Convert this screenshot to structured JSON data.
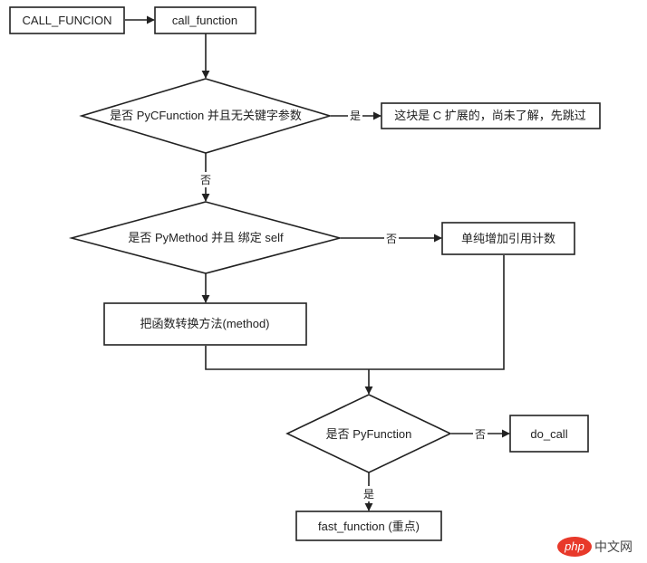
{
  "nodes": {
    "call_funcion": "CALL_FUNCION",
    "call_function": "call_function",
    "decision_pycfunction": "是否 PyCFunction 并且无关键字参数",
    "c_extension_skip": "这块是 C 扩展的，尚未了解，先跳过",
    "decision_pymethod": "是否 PyMethod 并且 绑定 self",
    "incref_only": "单纯增加引用计数",
    "func_to_method": "把函数转换方法(method)",
    "decision_pyfunction": "是否 PyFunction",
    "do_call": "do_call",
    "fast_function": "fast_function (重点)"
  },
  "edge_labels": {
    "pycfunction_yes": "是",
    "pycfunction_no": "否",
    "pymethod_no": "否",
    "pyfunction_no": "否",
    "pyfunction_yes": "是"
  },
  "watermark": {
    "logo_text": "php",
    "site_text": "中文网",
    "logo_color": "#e8392a"
  }
}
